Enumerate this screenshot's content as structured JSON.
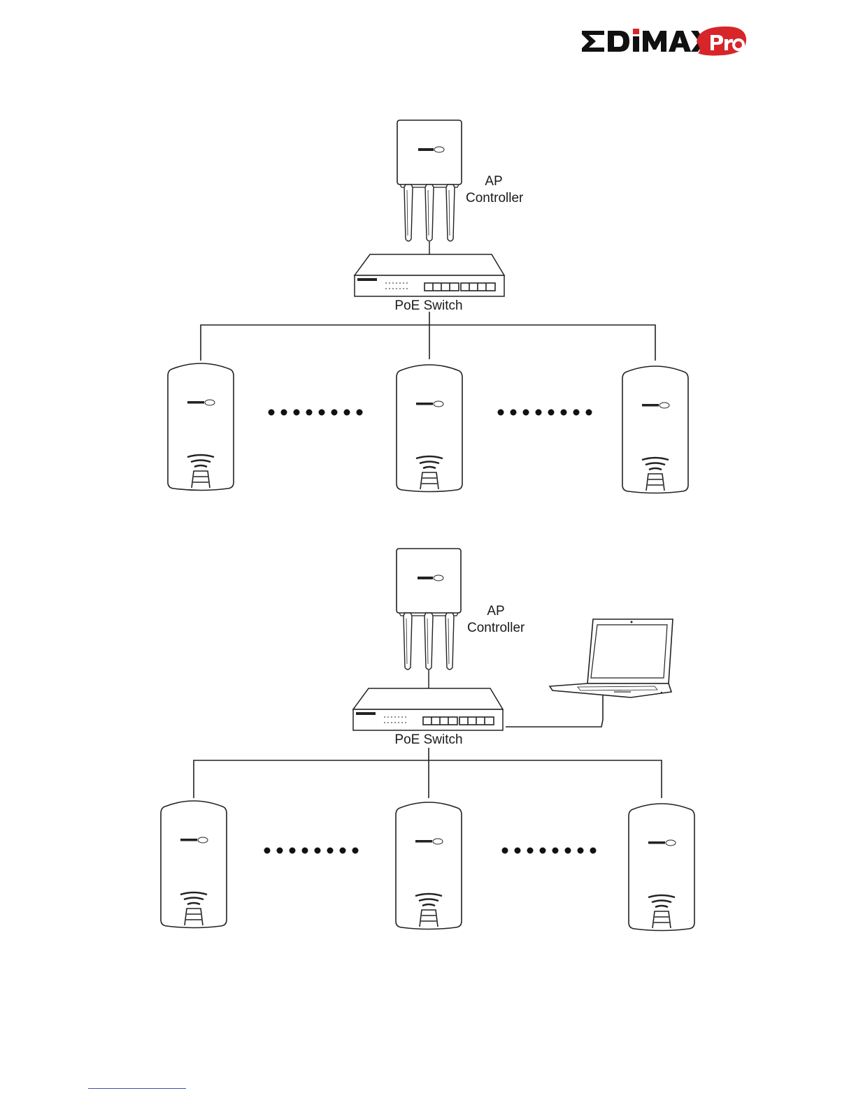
{
  "brand": {
    "logo_text": "EDIMAX",
    "logo_suffix": "Pro",
    "primary_color": "#d7252a",
    "text_color": "#1a1a1a"
  },
  "diagrams": [
    {
      "controller_label_line1": "AP",
      "controller_label_line2": "Controller",
      "switch_label": "PoE Switch"
    },
    {
      "controller_label_line1": "AP",
      "controller_label_line2": "Controller",
      "switch_label": "PoE Switch"
    }
  ],
  "icons": [
    "edimax-logo",
    "ap-controller-icon",
    "poe-switch-icon",
    "access-point-icon",
    "laptop-icon",
    "ellipsis-dots-icon"
  ]
}
